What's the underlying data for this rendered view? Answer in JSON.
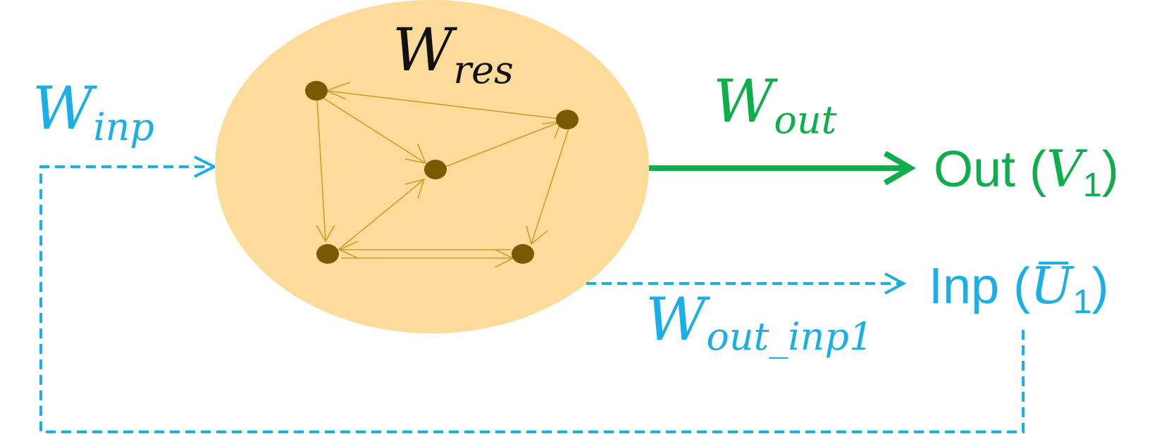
{
  "colors": {
    "cyan": "#1AAFE6",
    "green": "#0EAE4A",
    "reservoir_fill": "#FDDB9B",
    "node": "#7A5A00",
    "edge": "#C9A02A",
    "black": "#111111"
  },
  "labels": {
    "w_res": {
      "base": "W",
      "sub": "res"
    },
    "w_inp": {
      "base": "W",
      "sub": "inp"
    },
    "w_out": {
      "base": "W",
      "sub": "out"
    },
    "w_out_inp1": {
      "base": "W",
      "sub": "out_inp1"
    },
    "out": {
      "prefix": "Out (",
      "var": "V",
      "sub": "1",
      "suffix": ")"
    },
    "inp": {
      "prefix": "Inp (",
      "var": "U",
      "sub": "1",
      "suffix": ")"
    }
  }
}
